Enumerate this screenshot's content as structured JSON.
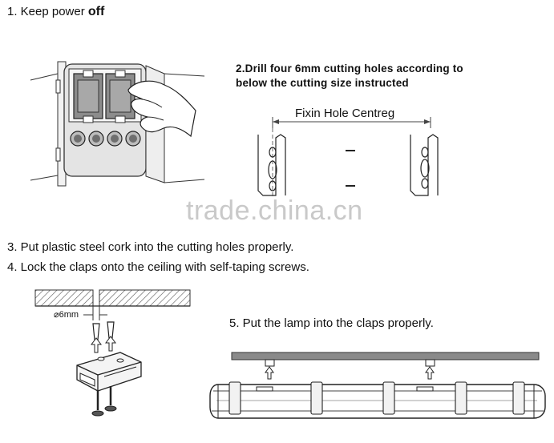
{
  "steps": {
    "s1_prefix": "1. Keep power ",
    "s1_bold": "off",
    "s2_line1": "2.Drill four 6mm cutting holes according to",
    "s2_line2": "below the cutting size instructed",
    "s3": "3. Put plastic steel cork into the cutting holes properly.",
    "s4": "4. Lock the claps onto the ceiling with self-taping screws.",
    "s5": "5. Put the lamp into the claps properly."
  },
  "labels": {
    "fixin": "Fixin Hole Centreg",
    "diameter": "⌀6mm"
  },
  "watermark": "trade.china.cn"
}
